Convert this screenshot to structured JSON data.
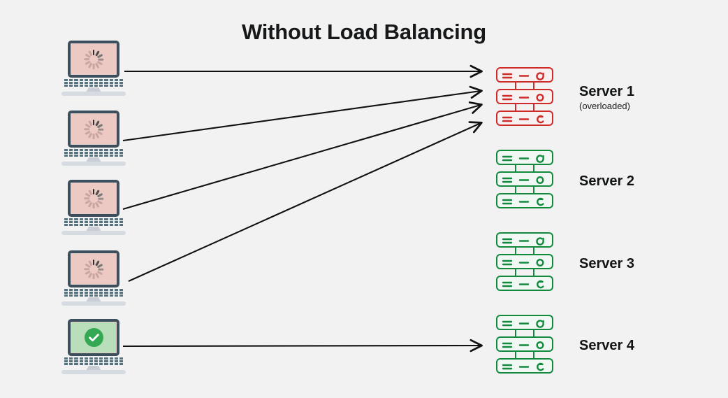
{
  "title": "Without Load Balancing",
  "colors": {
    "background": "#f2f2f2",
    "title_text": "#16181a",
    "overloaded_red": "#cf2b2b",
    "healthy_green": "#128a3e",
    "arrow": "#111111",
    "laptop_bezel": "#3d4f5c",
    "laptop_screen_loading": "#edc9c3",
    "laptop_screen_ok": "#b9dfba",
    "check_circle": "#34a853"
  },
  "clients": [
    {
      "id": "client-1",
      "state": "loading",
      "icon": "loading-spinner-icon"
    },
    {
      "id": "client-2",
      "state": "loading",
      "icon": "loading-spinner-icon"
    },
    {
      "id": "client-3",
      "state": "loading",
      "icon": "loading-spinner-icon"
    },
    {
      "id": "client-4",
      "state": "loading",
      "icon": "loading-spinner-icon"
    },
    {
      "id": "client-5",
      "state": "ok",
      "icon": "check-circle-icon"
    }
  ],
  "servers": [
    {
      "id": "server-1",
      "name": "Server 1",
      "sub": "(overloaded)",
      "status": "overloaded",
      "color": "#cf2b2b"
    },
    {
      "id": "server-2",
      "name": "Server 2",
      "sub": "",
      "status": "healthy",
      "color": "#128a3e"
    },
    {
      "id": "server-3",
      "name": "Server 3",
      "sub": "",
      "status": "healthy",
      "color": "#128a3e"
    },
    {
      "id": "server-4",
      "name": "Server 4",
      "sub": "",
      "status": "healthy",
      "color": "#128a3e"
    }
  ],
  "connections": [
    {
      "id": "arrow-client-1-to-server-1",
      "from": "client-1",
      "to": "server-1"
    },
    {
      "id": "arrow-client-2-to-server-1",
      "from": "client-2",
      "to": "server-1"
    },
    {
      "id": "arrow-client-3-to-server-1",
      "from": "client-3",
      "to": "server-1"
    },
    {
      "id": "arrow-client-4-to-server-1",
      "from": "client-4",
      "to": "server-1"
    },
    {
      "id": "arrow-client-5-to-server-4",
      "from": "client-5",
      "to": "server-4"
    }
  ]
}
